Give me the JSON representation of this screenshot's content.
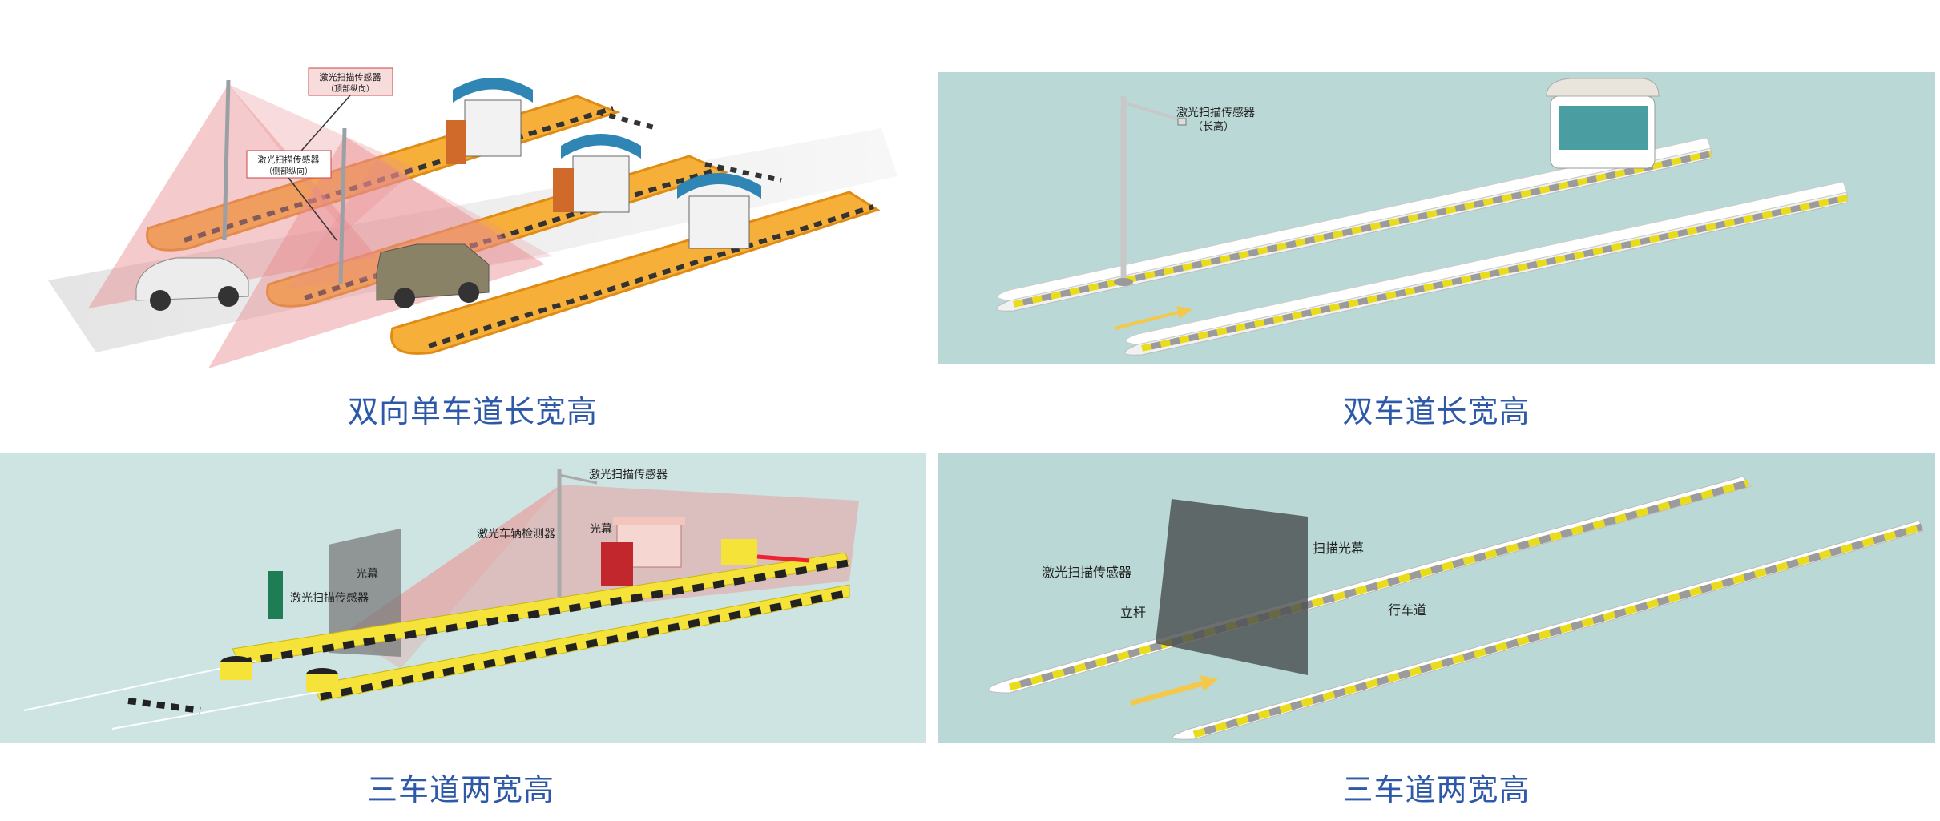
{
  "panels": [
    {
      "id": "p1",
      "caption": "双向单车道长宽高",
      "labels": {
        "top_sensor": "激光扫描传感器",
        "top_sensor_sub": "（顶部纵向）",
        "side_sensor": "激光扫描传感器",
        "side_sensor_sub": "（侧部纵向）"
      }
    },
    {
      "id": "p2",
      "caption": "双车道长宽高",
      "labels": {
        "sensor": "激光扫描传感器",
        "sensor_sub": "（长高）"
      }
    },
    {
      "id": "p3",
      "caption": "三车道两宽高",
      "labels": {
        "top_sensor": "激光扫描传感器",
        "vehicle_detector": "激光车辆检测器",
        "curtain_right": "光幕",
        "curtain_left": "光幕",
        "side_sensor": "激光扫描传感器"
      }
    },
    {
      "id": "p4",
      "caption": "三车道两宽高",
      "labels": {
        "curtain": "扫描光幕",
        "sensor": "激光扫描传感器",
        "pole": "立杆",
        "lane": "行车道"
      }
    }
  ],
  "colors": {
    "caption": "#2e59a8",
    "panel_bg": "#b9d8d6",
    "island_yellow": "#f3e21a",
    "laser_pink": "#e88a8f",
    "booth_blue": "#2f86b5"
  }
}
